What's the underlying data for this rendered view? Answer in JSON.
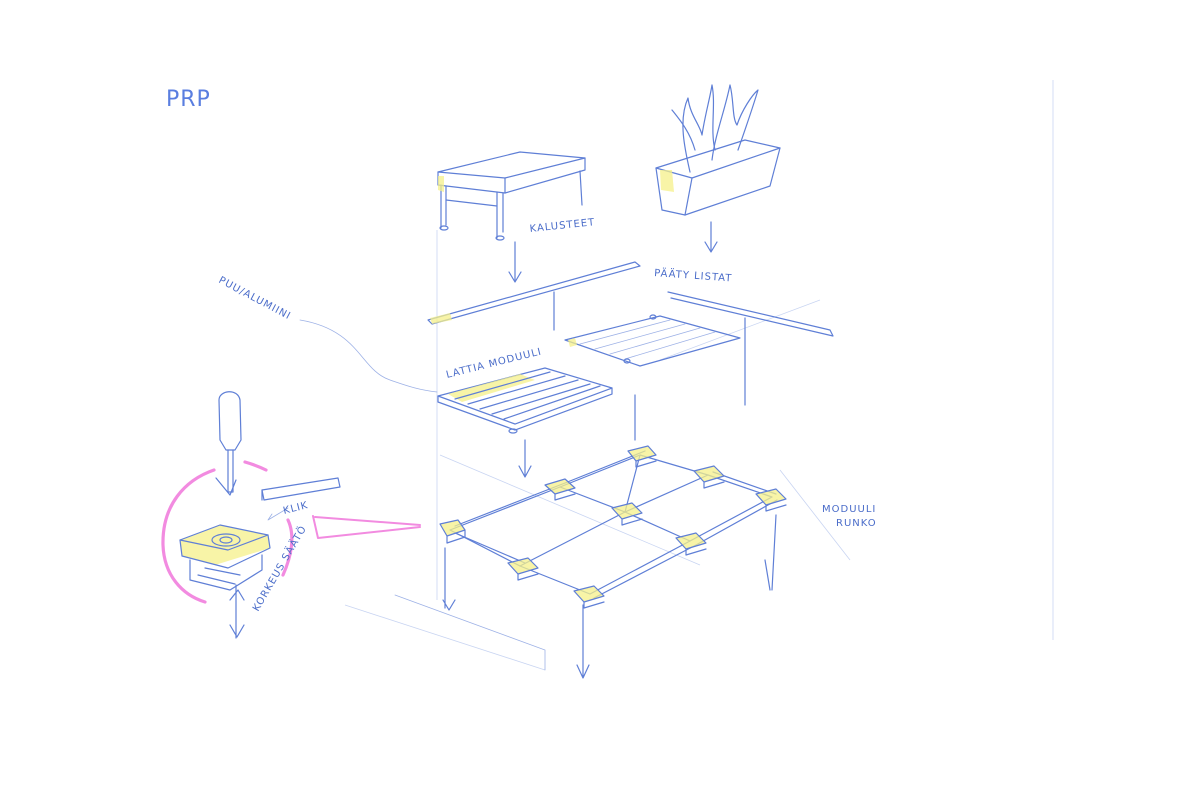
{
  "title": "PRP",
  "labels": {
    "kalusteet": "KALUSTEET",
    "paaty_listat": "PÄÄTY LISTAT",
    "puu_alumiini": "PUU/ALUMIINI",
    "lattia_moduuli": "LATTIA MODUULI",
    "klik": "KLIK",
    "korkeus_saato": "KORKEUS SÄÄTÖ",
    "moduuli_runko_1": "MODUULI",
    "moduuli_runko_2": "RUNKO"
  },
  "colors": {
    "ink": "#5f7fd6",
    "highlight": "#f6f08a",
    "callout": "#f28be0"
  }
}
